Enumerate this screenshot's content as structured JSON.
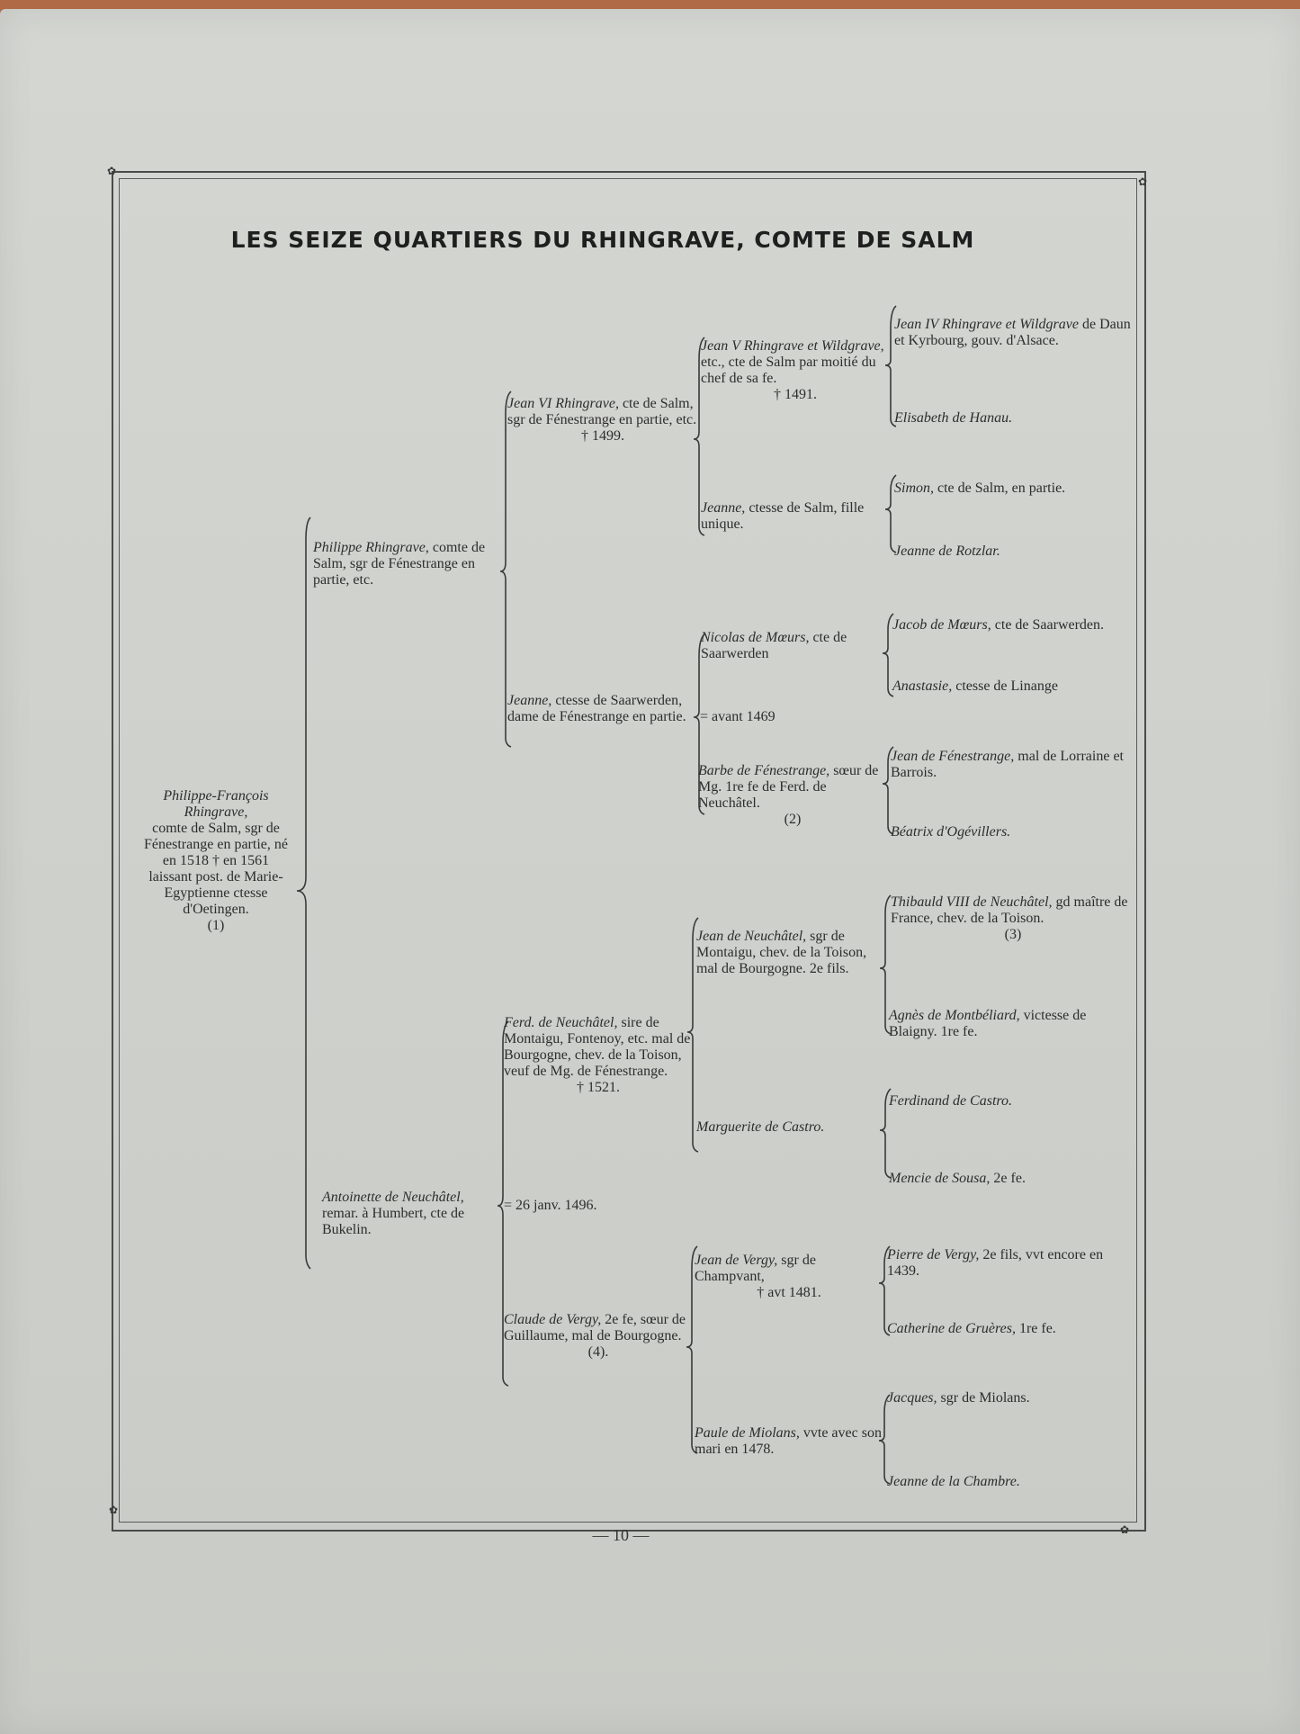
{
  "title": "LES SEIZE QUARTIERS DU RHINGRAVE, COMTE DE SALM",
  "page_number": "— 10 —",
  "root": {
    "name": "Philippe-François Rhingrave,",
    "text": "comte de Salm, sgr de Fénestrange en partie, né en 1518 † en 1561 laissant post. de Marie-Egyptienne ctesse d'Oetingen.",
    "note": "(1)"
  },
  "gen1": [
    {
      "name": "Philippe Rhingrave",
      "text": ", comte de Salm, sgr de Fénestrange en partie, etc."
    },
    {
      "name": "Antoinette de Neuchâtel,",
      "text": "remar. à Humbert, cte de Bukelin."
    }
  ],
  "marriages": {
    "m1": "= avant 1469",
    "m2": "= 26 janv. 1496."
  },
  "gen2": [
    {
      "name": "Jean VI Rhingrave,",
      "text": "cte de Salm, sgr de Fénestrange en partie, etc.",
      "date": "† 1499."
    },
    {
      "name": "Jeanne,",
      "text": "ctesse de Saarwerden, dame de Fénestrange en partie."
    },
    {
      "name": "Ferd. de Neuchâtel,",
      "text": "sire de Montaigu, Fontenoy, etc. mal de Bourgogne, chev. de la Toison, veuf de Mg. de Fénestrange.",
      "date": "† 1521."
    },
    {
      "name": "Claude de Vergy,",
      "text": "2e fe, sœur de Guillaume, mal de Bourgogne.",
      "note": "(4)."
    }
  ],
  "gen3": [
    {
      "name": "Jean V Rhingrave et Wildgrave,",
      "text": "etc., cte de Salm par moitié du chef de sa fe.",
      "date": "† 1491."
    },
    {
      "name": "Jeanne,",
      "text": "ctesse de Salm, fille unique."
    },
    {
      "name": "Nicolas de Mœurs,",
      "text": "cte de Saarwerden"
    },
    {
      "name": "Barbe de Fénestrange,",
      "text": "sœur de Mg. 1re fe de Ferd. de Neuchâtel.",
      "note": "(2)"
    },
    {
      "name": "Jean de Neuchâtel,",
      "text": "sgr de Montaigu, chev. de la Toison, mal de Bourgogne. 2e fils."
    },
    {
      "name": "Marguerite de Castro.",
      "text": ""
    },
    {
      "name": "Jean de Vergy,",
      "text": "sgr de Champvant,",
      "date": "† avt 1481."
    },
    {
      "name": "Paule de Miolans,",
      "text": "vvte avec son mari en 1478."
    }
  ],
  "gen4": [
    {
      "name": "Jean IV Rhingrave et Wildgrave",
      "text": "de Daun et Kyrbourg, gouv. d'Alsace."
    },
    {
      "name": "Elisabeth de Hanau.",
      "text": ""
    },
    {
      "name": "Simon,",
      "text": "cte de Salm, en partie."
    },
    {
      "name": "Jeanne de Rotzlar.",
      "text": ""
    },
    {
      "name": "Jacob de Mœurs,",
      "text": "cte de Saarwerden."
    },
    {
      "name": "Anastasie,",
      "text": "ctesse de Linange"
    },
    {
      "name": "Jean de Fénestrange,",
      "text": "mal de Lorraine et Barrois."
    },
    {
      "name": "Béatrix d'Ogévillers.",
      "text": ""
    },
    {
      "name": "Thibauld VIII de Neuchâtel,",
      "text": "gd maître de France, chev. de la Toison.",
      "note": "(3)"
    },
    {
      "name": "Agnès de Montbéliard,",
      "text": "victesse de Blaigny. 1re fe."
    },
    {
      "name": "Ferdinand de Castro.",
      "text": ""
    },
    {
      "name": "Mencie de Sousa,",
      "text": "2e fe."
    },
    {
      "name": "Pierre de Vergy,",
      "text": "2e fils, vvt encore en 1439."
    },
    {
      "name": "Catherine de Gruères,",
      "text": "1re fe."
    },
    {
      "name": "Jacques,",
      "text": "sgr de Miolans."
    },
    {
      "name": "Jeanne de la Chambre.",
      "text": ""
    }
  ]
}
